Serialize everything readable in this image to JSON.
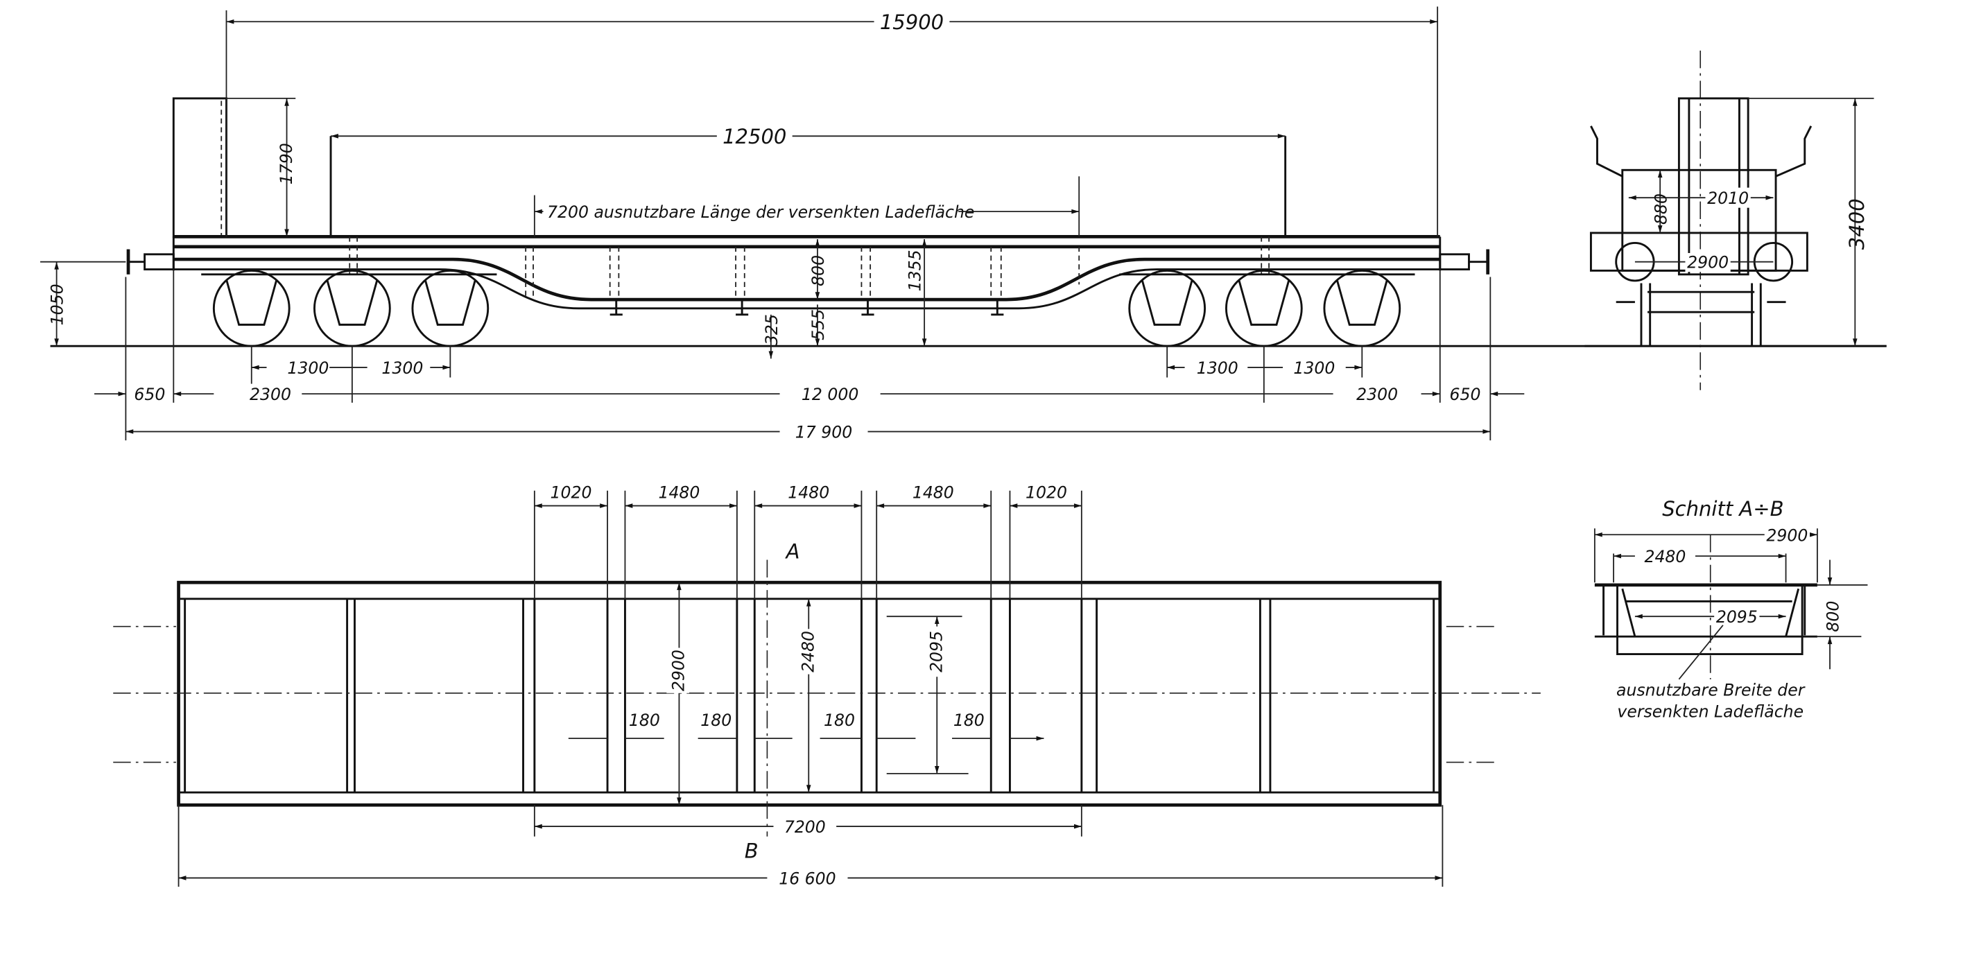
{
  "side_view": {
    "overall_top": "15900",
    "deck_length": "12500",
    "usable_length_note": "7200 ausnutzbare Länge der versenkten Ladefläche",
    "tower_height": "1790",
    "buffer_height": "1050",
    "frame_depth": "800",
    "deck_height": "1355",
    "low_clear_a": "325",
    "low_clear_b": "555",
    "axle_spacing": [
      "1300",
      "1300",
      "1300",
      "1300"
    ],
    "bottom_row": [
      "650",
      "2300",
      "12 000",
      "2300",
      "650"
    ],
    "overall_length": "17 900"
  },
  "end_view": {
    "height": "3400",
    "inner_width": "2010",
    "side_height": "880",
    "width": "2900"
  },
  "plan_view": {
    "top_dims": [
      "1020",
      "1480",
      "1480",
      "1480",
      "1020"
    ],
    "width": "2900",
    "inner_width": "2480",
    "usable_width": "2095",
    "post_widths": [
      "180",
      "180",
      "180",
      "180"
    ],
    "section_a": "A",
    "section_b": "B",
    "usable_length": "7200",
    "overall_length": "16 600"
  },
  "section": {
    "title": "Schnitt A÷B",
    "width": "2900",
    "inner_width": "2480",
    "usable_width": "2095",
    "depth": "800",
    "note_line1": "ausnutzbare Breite der",
    "note_line2": "versenkten Ladefläche"
  }
}
